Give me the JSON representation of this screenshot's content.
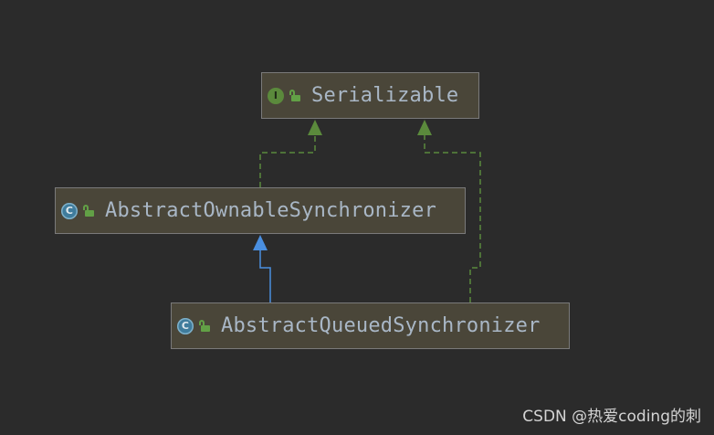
{
  "diagram": {
    "nodes": [
      {
        "id": "serializable",
        "kind_badge": "I",
        "label": "Serializable"
      },
      {
        "id": "aos",
        "kind_badge": "C",
        "label": "AbstractOwnableSynchronizer"
      },
      {
        "id": "aqs",
        "kind_badge": "C",
        "label": "AbstractQueuedSynchronizer"
      }
    ],
    "edges": [
      {
        "from": "aos",
        "to": "serializable",
        "type": "implements",
        "style": "dashed",
        "color": "#5b8a3c"
      },
      {
        "from": "aqs",
        "to": "serializable",
        "type": "implements",
        "style": "dashed",
        "color": "#5b8a3c"
      },
      {
        "from": "aqs",
        "to": "aos",
        "type": "extends",
        "style": "solid",
        "color": "#4a8fe0"
      }
    ],
    "colors": {
      "background": "#2b2b2b",
      "node_fill": "#4a4639",
      "node_border": "#7a7a7a",
      "text": "#a9b7c6",
      "interface_badge": "#5b8a3c",
      "class_badge": "#3f7c9c",
      "visibility_icon": "#62a046"
    },
    "icons": {
      "interface": "interface-badge-icon",
      "class": "class-badge-icon",
      "visibility": "unlocked-padlock-icon"
    }
  },
  "watermark": "CSDN @热爱coding的刺"
}
